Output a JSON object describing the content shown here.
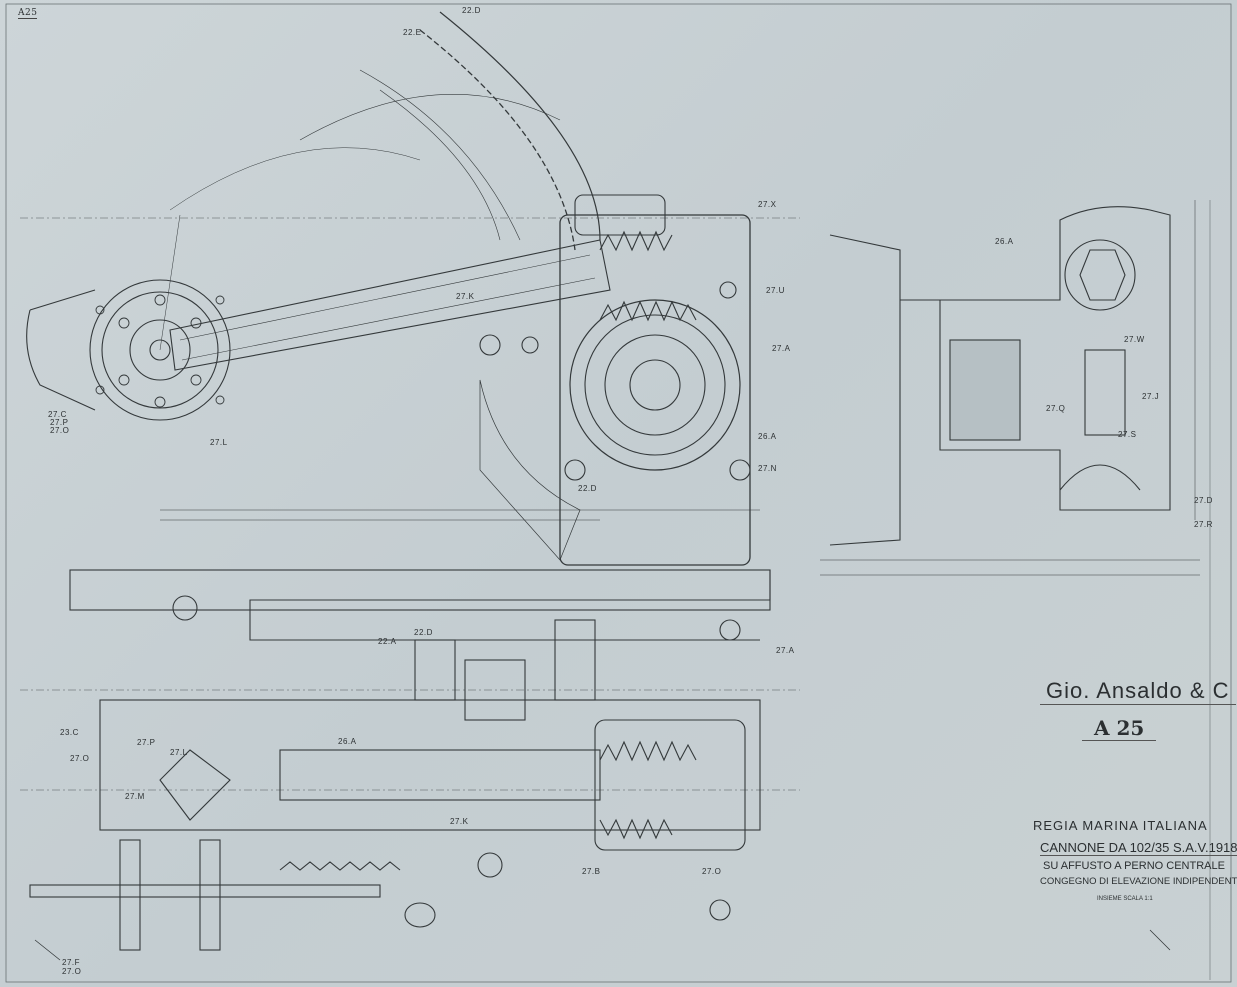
{
  "sheet_mark": "A25",
  "title_block": {
    "maker": "Gio. Ansaldo & C",
    "drawing_number": "A 25",
    "line1": "REGIA MARINA ITALIANA",
    "line2": "CANNONE DA 102/35 S.A.V.1918",
    "line3": "SU AFFUSTO A PERNO CENTRALE",
    "line4": "CONGEGNO DI ELEVAZIONE INDIPENDENTE",
    "scale": "INSIEME SCALA 1:1"
  },
  "labels": {
    "top": [
      "22.D",
      "22.E",
      "27.X",
      "27.U",
      "27.K",
      "27.A",
      "26.A",
      "27.N",
      "22.D",
      "27.C",
      "27.P",
      "27.O",
      "27.L"
    ],
    "right": [
      "26.A",
      "27.W",
      "27.Q",
      "27.J",
      "27.S",
      "27.D",
      "27.R"
    ],
    "bottom": [
      "22.A",
      "22.D",
      "27.A",
      "23.C",
      "27.O",
      "27.P",
      "27.L",
      "26.A",
      "27.M",
      "27.K",
      "27.B",
      "27.O",
      "27.F",
      "27.O"
    ]
  }
}
